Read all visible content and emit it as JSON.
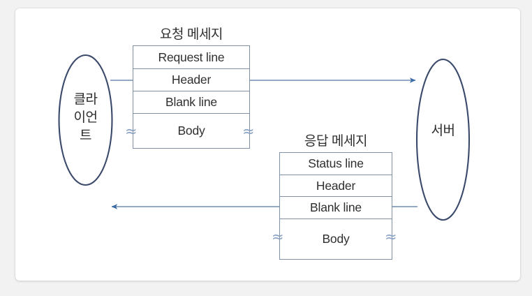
{
  "diagram": {
    "title_alt": "HTTP request and response message structure",
    "colors": {
      "ellipse_stroke": "#3b4a6b",
      "box_stroke": "#7f8fa6",
      "line": "#93a9c7",
      "arrow_head": "#3a6ba5",
      "text": "#2f2f2f",
      "card_background": "#ffffff",
      "page_background": "#f2f2f2"
    },
    "nodes": [
      {
        "id": "client",
        "label": "클라\n이언\n트"
      },
      {
        "id": "server",
        "label": "서버"
      }
    ],
    "messages": [
      {
        "id": "request",
        "title": "요청 메세지",
        "rows": [
          {
            "label": "Request line"
          },
          {
            "label": "Header"
          },
          {
            "label": "Blank line"
          },
          {
            "label": "Body"
          }
        ]
      },
      {
        "id": "response",
        "title": "응답 메세지",
        "rows": [
          {
            "label": "Status line"
          },
          {
            "label": "Header"
          },
          {
            "label": "Blank line"
          },
          {
            "label": "Body"
          }
        ]
      }
    ],
    "connectors": [
      {
        "id": "client-to-request",
        "from": "client",
        "to": "request",
        "arrow": false
      },
      {
        "id": "request-to-server",
        "from": "request",
        "to": "server",
        "arrow": true
      },
      {
        "id": "response-to-client",
        "from": "response",
        "to": "client",
        "arrow": true
      },
      {
        "id": "server-to-response",
        "from": "server",
        "to": "response",
        "arrow": false
      }
    ],
    "wave_marks": [
      {
        "id": "request-body-left",
        "glyph": "≈"
      },
      {
        "id": "request-body-right",
        "glyph": "≈"
      },
      {
        "id": "response-body-left",
        "glyph": "≈"
      },
      {
        "id": "response-body-right",
        "glyph": "≈"
      }
    ]
  }
}
